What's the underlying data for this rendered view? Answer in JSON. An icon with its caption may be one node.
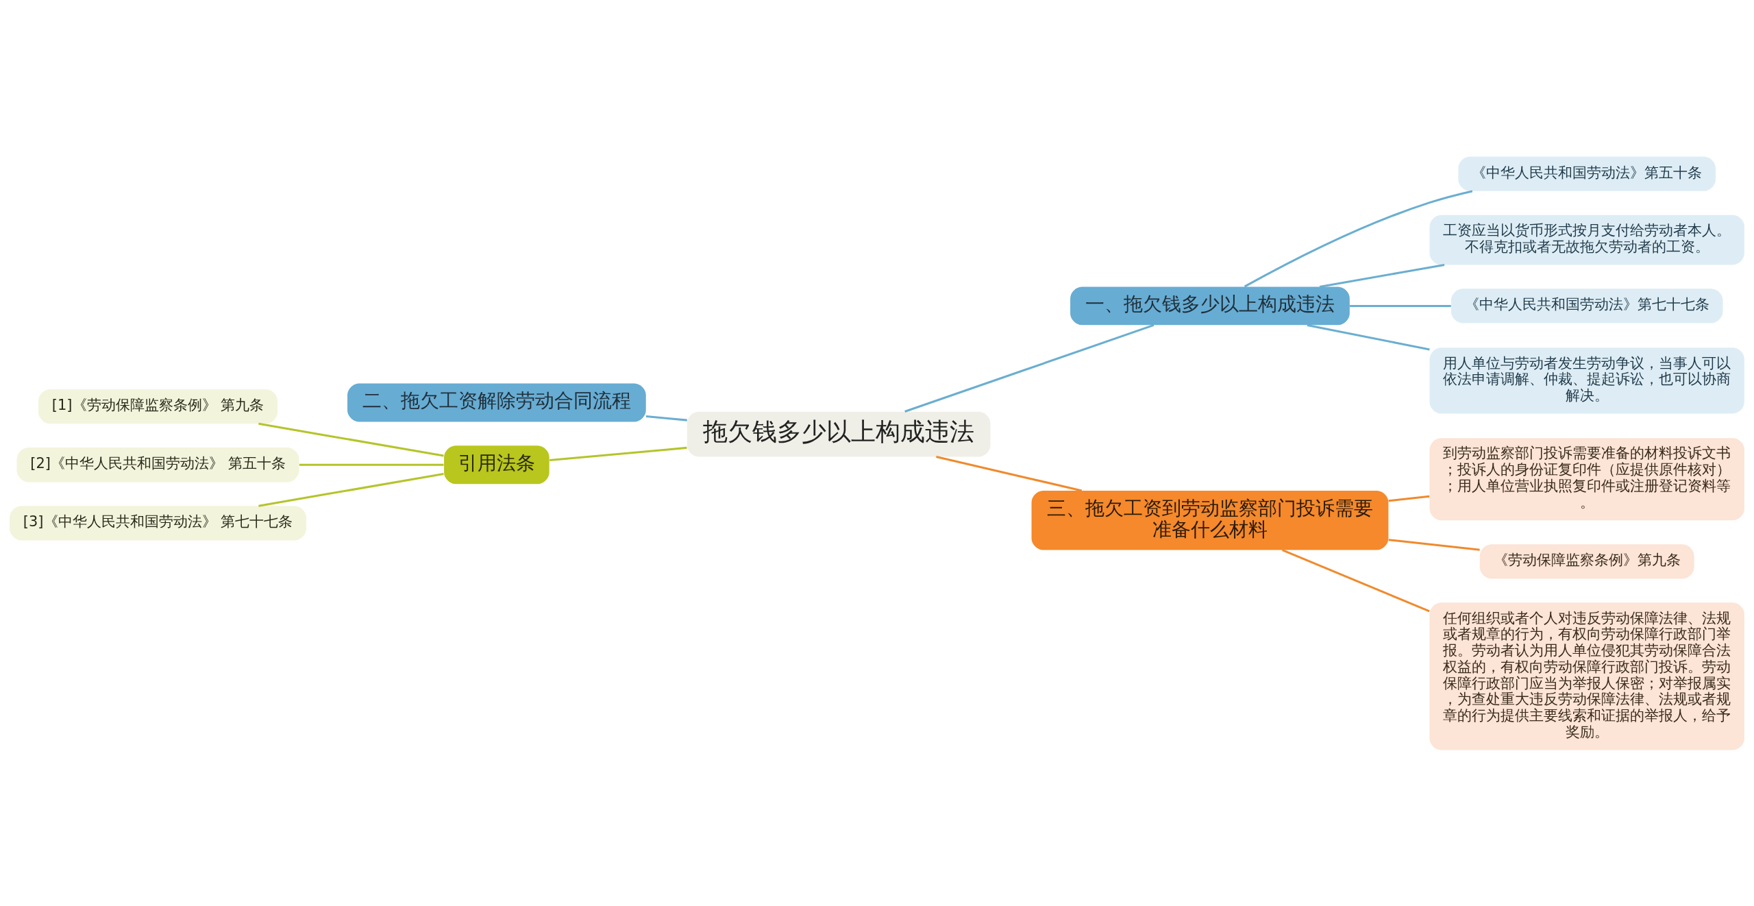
{
  "diagram": {
    "nodes": [
      {
        "text": [
          "拖欠钱多少以上构成违法"
        ]
      },
      {
        "text": [
          "一、拖欠钱多少以上构成违法"
        ]
      },
      {
        "text": [
          "《中华人民共和国劳动法》第五十条"
        ]
      },
      {
        "text": [
          "工资应当以货币形式按月支付给劳动者本人。不得克扣或者无故拖欠劳动者的工资。"
        ]
      },
      {
        "text": [
          "《中华人民共和国劳动法》第七十七条"
        ]
      },
      {
        "text": [
          "用人单位与劳动者发生劳动争议，当事人可以依法申请调解、仲裁、提起诉讼，也可以协商解决。"
        ]
      },
      {
        "text": [
          "三、拖欠工资到劳动监察部门投诉需要准备什么材料"
        ]
      },
      {
        "text": [
          "到劳动监察部门投诉需要准备的材料投诉文书；投诉人的身份证复印件（应提供原件核对）；用人单位营业执照复印件或注册登记资料等。"
        ]
      },
      {
        "text": [
          "《劳动保障监察条例》第九条"
        ]
      },
      {
        "text": [
          "任何组织或者个人对违反劳动保障法律、法规或者规章的行为，有权向劳动保障行政部门举报。劳动者认为用人单位侵犯其劳动保障合法权益的，有权向劳动保障行政部门投诉。劳动保障行政部门应当为举报人保密；对举报属实，为查处重大违反劳动保障法律、法规或者规章的行为提供主要线索和证据的举报人，给予奖励。"
        ]
      },
      {
        "text": [
          "二、拖欠工资解除劳动合同流程"
        ]
      },
      {
        "text": [
          "引用法条"
        ]
      },
      {
        "text": [
          "[1]《劳动保障监察条例》 第九条"
        ]
      },
      {
        "text": [
          "[2]《中华人民共和国劳动法》 第五十条"
        ]
      },
      {
        "text": [
          "[3]《中华人民共和国劳动法》 第七十七条"
        ]
      }
    ],
    "edges": [
      {
        "from": 0,
        "to": 1,
        "arrow": "none",
        "color": "#6aaed0"
      },
      {
        "from": 1,
        "to": 2,
        "arrow": "none",
        "color": "#6aaed0"
      },
      {
        "from": 1,
        "to": 3,
        "arrow": "none",
        "color": "#6aaed0"
      },
      {
        "from": 1,
        "to": 4,
        "arrow": "none",
        "color": "#6aaed0"
      },
      {
        "from": 1,
        "to": 5,
        "arrow": "none",
        "color": "#6aaed0"
      },
      {
        "from": 0,
        "to": 6,
        "arrow": "none",
        "color": "#f08a2c"
      },
      {
        "from": 6,
        "to": 7,
        "arrow": "none",
        "color": "#f08a2c"
      },
      {
        "from": 6,
        "to": 8,
        "arrow": "none",
        "color": "#f08a2c"
      },
      {
        "from": 6,
        "to": 9,
        "arrow": "none",
        "color": "#f08a2c"
      },
      {
        "from": 0,
        "to": 10,
        "arrow": "none",
        "color": "#6aaed0"
      },
      {
        "from": 0,
        "to": 11,
        "arrow": "none",
        "color": "#b5c42a"
      },
      {
        "from": 11,
        "to": 12,
        "arrow": "none",
        "color": "#b5c42a"
      },
      {
        "from": 11,
        "to": 13,
        "arrow": "none",
        "color": "#b5c42a"
      },
      {
        "from": 11,
        "to": 14,
        "arrow": "none",
        "color": "#b5c42a"
      }
    ]
  }
}
